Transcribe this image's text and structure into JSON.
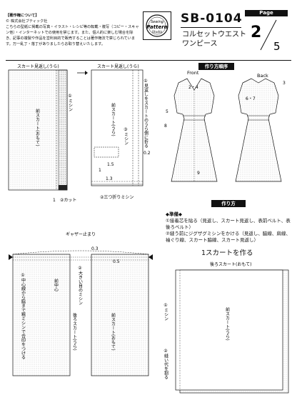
{
  "copyright": {
    "heading": "【著作権について】",
    "company": "© 株式会社ブティック社",
    "body": "こちらの型紙に掲載の写真・イラスト・レシピ等の転載・複写（コピー・スキャン他）・インターネットでの使用を禁じます。また、個人的に楽しむ場合を除き、記事の複製や作品を営利目的で販売することは著作権法で禁じられています。万一乱丁・落丁がありましたらお取り替えいたします。"
  },
  "logo": {
    "line1": "Sewing",
    "line2": "Pattern",
    "line3": "Studio"
  },
  "header": {
    "code": "SB-0104",
    "title_line1": "コルセットウエスト",
    "title_line2": "ワンピース",
    "page_label": "Page",
    "page_current": "2",
    "page_total": "5"
  },
  "order": {
    "tag": "作り方順序",
    "front": "Front",
    "back": "Back",
    "num_24": "2・4",
    "num_3": "3",
    "num_5": "5",
    "num_67": "6・7",
    "num_8": "8",
    "num_9": "9"
  },
  "diagram1": {
    "left_label": "スカート見返し(うら)",
    "left_zigzag": "①ミシン",
    "left_front": "前スカート(おもて)",
    "left_cut": "②カット",
    "left_one": "1",
    "right_label": "スカート見返し(うら)",
    "right_fold": "①見返しをスカートのうら側に折る",
    "right_front": "前スカート(うら)",
    "right_machine": "③ミシン",
    "right_02": "0.2",
    "right_15": "1.5",
    "right_1": "1",
    "right_13": "1.3",
    "right_hem": "②三つ折りミシン"
  },
  "instructions": {
    "tag": "作り方",
    "prep_title": "◆準備◆",
    "prep1": "①接着芯を貼る（見返し、スカート見返し、表前ベルト、表後ろベルト）",
    "prep2": "②縫う前にジグザグミシンをかける（見返し、脇線、肩線、袖ぐり線、スカート脇線、スカート見返し）",
    "step_title": "1スカートを作る"
  },
  "diagram2": {
    "gather": "ギャザー止まり",
    "d03": "0.3",
    "d05": "0.5",
    "gather_stitch": "①中心線から脇まで粗ミシンで合印をつける",
    "center": "前中心",
    "big_stitch": "②大きい目のミシン",
    "back_skirt": "後ろスカート(うら)",
    "front_skirt": "前スカート(おもて)"
  },
  "diagram3": {
    "top_label": "後ろスカート(おもて)",
    "machine": "①ミシン",
    "front_skirt": "前スカート(うら)",
    "press": "②縫い代を割る"
  }
}
